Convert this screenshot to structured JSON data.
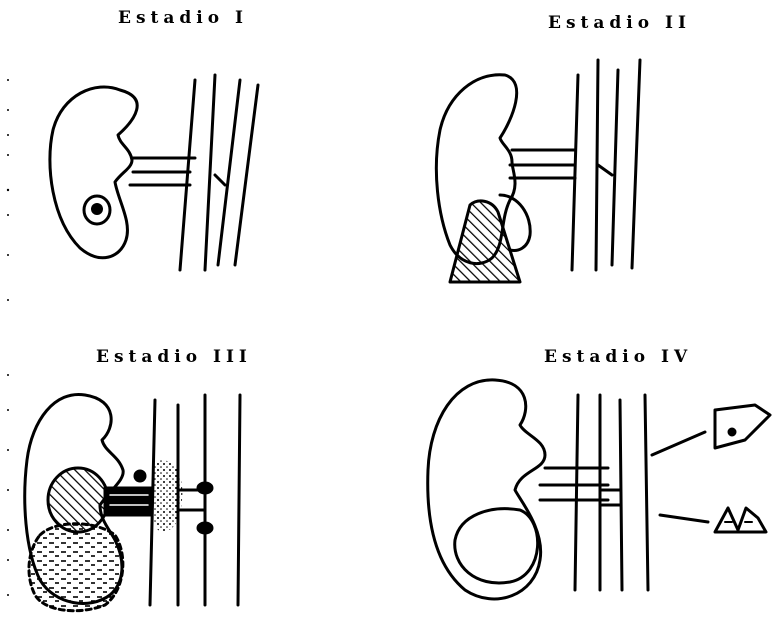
{
  "panels": [
    {
      "id": "stage-1",
      "title": "Estadio I"
    },
    {
      "id": "stage-2",
      "title": "Estadio II"
    },
    {
      "id": "stage-3",
      "title": "Estadio III"
    },
    {
      "id": "stage-4",
      "title": "Estadio IV"
    }
  ],
  "colors": {
    "ink": "#000000",
    "background": "#ffffff"
  }
}
